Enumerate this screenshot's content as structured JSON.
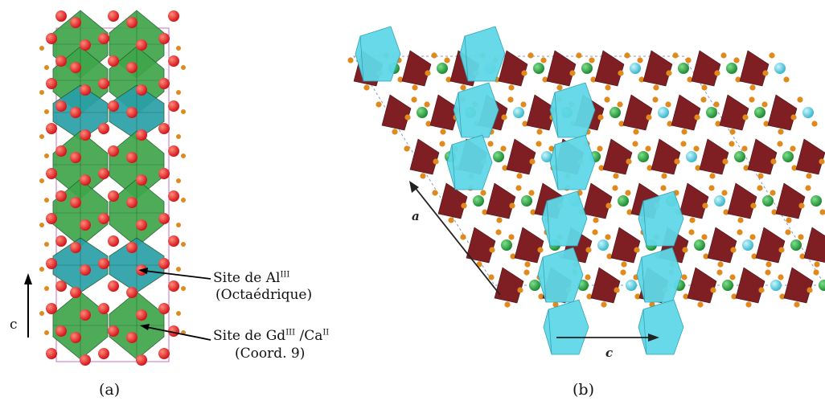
{
  "panel_a": {
    "caption": "(a)",
    "axis_label": "c",
    "site_al": {
      "prefix": "Site de Al",
      "sup": "III",
      "desc": "(Octaédrique)"
    },
    "site_gd": {
      "prefix": "Site de Gd",
      "sup1": "III",
      "sep": " /Ca",
      "sup2": "II",
      "desc": "(Coord. 9)"
    }
  },
  "panel_b": {
    "caption": "(b)",
    "axis_a": "a",
    "axis_c": "c"
  },
  "colors": {
    "coord9_polyhedron": "#3fa64a",
    "octahedron": "#2aa0a8",
    "oxygen": "#d4141a",
    "tetrahedron": "#7a1418",
    "small_atom": "#e08a1e",
    "prism": "#5fd8e8",
    "green_atom": "#1e8a34"
  }
}
